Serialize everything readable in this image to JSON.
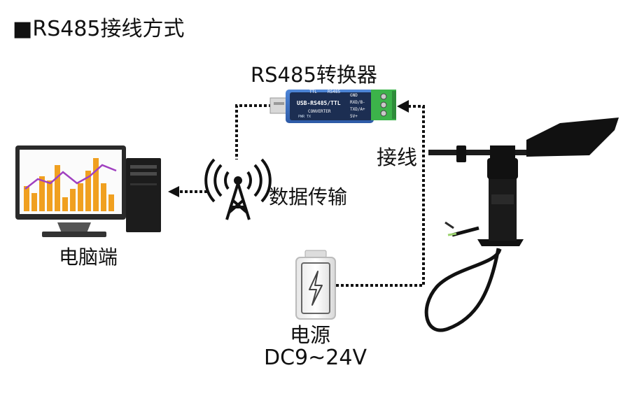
{
  "title": "■RS485接线方式",
  "converter": {
    "label": "RS485转换器",
    "device_text": "USB-RS485/TTL",
    "device_sub": "CONVERTER",
    "tag_ttl": "TTL",
    "tag_rs485": "RS485",
    "pins": [
      "GND",
      "RXD/B-",
      "TXD/A+",
      "5V+"
    ],
    "leds": "PWR  TX"
  },
  "wiring_label": "接线",
  "transmission_label": "数据传输",
  "computer_label": "电脑端",
  "power": {
    "label": "电源",
    "range": "DC9~24V"
  },
  "colors": {
    "dotted_line": "#111111",
    "converter_body": "#3a6fc0",
    "terminal_block": "#3cb34a",
    "sensor_body": "#1a1a1a",
    "chart_bars": "#f0a020",
    "chart_line": "#a040c0"
  }
}
